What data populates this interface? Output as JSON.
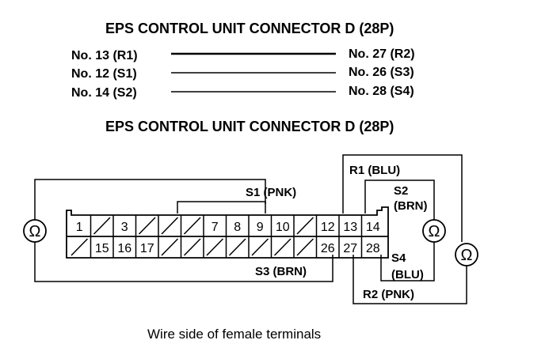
{
  "titles": {
    "top": "EPS CONTROL UNIT CONNECTOR D (28P)",
    "middle": "EPS CONTROL UNIT CONNECTOR D (28P)"
  },
  "pairs": [
    {
      "left": "No. 13 (R1)",
      "right": "No. 27 (R2)"
    },
    {
      "left": "No. 12 (S1)",
      "right": "No. 26 (S3)"
    },
    {
      "left": "No. 14 (S2)",
      "right": "No. 28 (S4)"
    }
  ],
  "wires": {
    "r1": "R1 (BLU)",
    "s1": "S1 (PNK)",
    "s2_a": "S2",
    "s2_b": "(BRN)",
    "s3": "S3 (BRN)",
    "s4_a": "S4",
    "s4_b": "(BLU)",
    "r2": "R2 (PNK)"
  },
  "meter_symbol": "Ω",
  "connector": {
    "top_row": [
      "1",
      "",
      "3",
      "",
      "",
      "",
      "7",
      "8",
      "9",
      "10",
      "",
      "12",
      "13",
      "14"
    ],
    "bottom_row": [
      "",
      "15",
      "16",
      "17",
      "",
      "",
      "",
      "",
      "",
      "",
      "",
      "26",
      "27",
      "28"
    ]
  },
  "caption": "Wire side of female terminals"
}
